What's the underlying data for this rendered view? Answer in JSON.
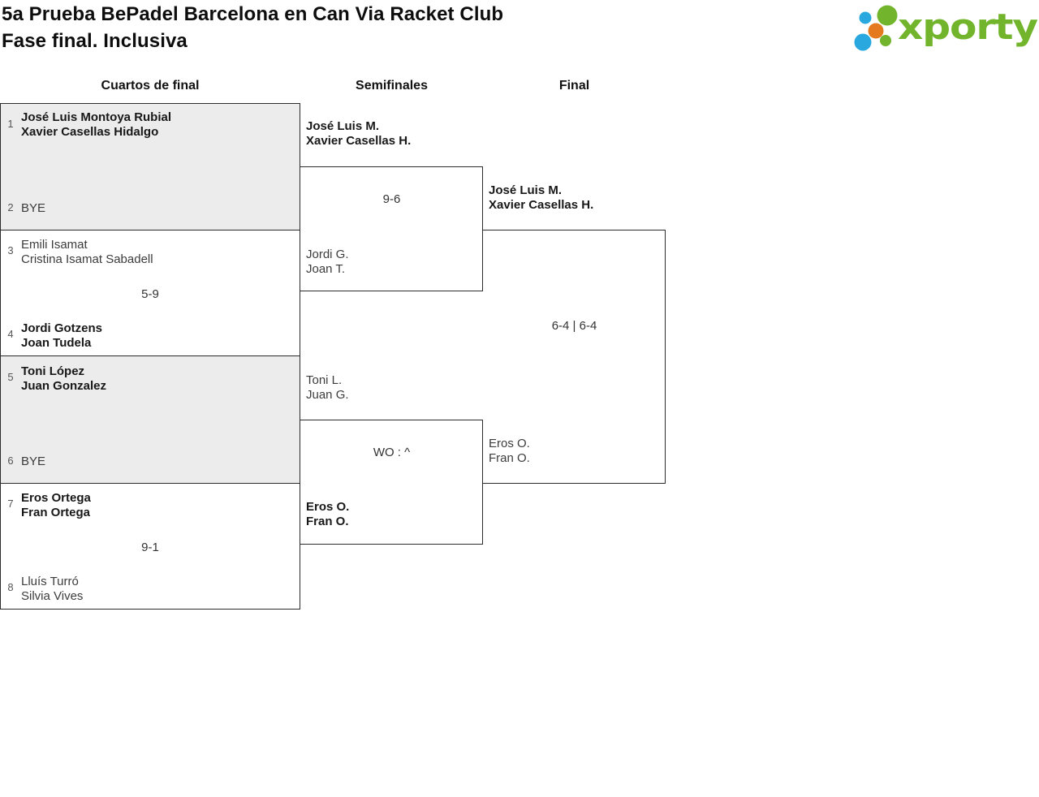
{
  "header": {
    "title_line1": "5a Prueba BePadel Barcelona en Can Via Racket Club",
    "title_line2": "Fase final. Inclusiva",
    "logo_text": "xporty"
  },
  "colors": {
    "logo-green": "#72b52c",
    "logo-blue": "#29a8e0",
    "logo-orange": "#e5791e",
    "bye-bg": "#ececec",
    "line": "#2b2b2b"
  },
  "rounds": {
    "cuartos": {
      "label": "Cuartos de final",
      "matches": [
        {
          "seed_a": "1",
          "team_a": {
            "line1": "José Luis Montoya Rubial",
            "line2": "Xavier Casellas Hidalgo",
            "winner": true
          },
          "score": "",
          "seed_b": "2",
          "team_b": {
            "line1": "BYE",
            "line2": "",
            "winner": false
          }
        },
        {
          "seed_a": "3",
          "team_a": {
            "line1": "Emili Isamat",
            "line2": "Cristina Isamat Sabadell",
            "winner": false
          },
          "score": "5-9",
          "seed_b": "4",
          "team_b": {
            "line1": "Jordi Gotzens",
            "line2": "Joan Tudela",
            "winner": true
          }
        },
        {
          "seed_a": "5",
          "team_a": {
            "line1": "Toni López",
            "line2": "Juan Gonzalez",
            "winner": true
          },
          "score": "",
          "seed_b": "6",
          "team_b": {
            "line1": "BYE",
            "line2": "",
            "winner": false
          }
        },
        {
          "seed_a": "7",
          "team_a": {
            "line1": "Eros Ortega",
            "line2": "Fran Ortega",
            "winner": true
          },
          "score": "9-1",
          "seed_b": "8",
          "team_b": {
            "line1": "Lluís Turró",
            "line2": "Silvia Vives",
            "winner": false
          }
        }
      ]
    },
    "semifinales": {
      "label": "Semifinales",
      "matches": [
        {
          "team_a": {
            "line1": "José Luis M.",
            "line2": "Xavier Casellas H.",
            "winner": true
          },
          "score": "9-6",
          "team_b": {
            "line1": "Jordi G.",
            "line2": "Joan T.",
            "winner": false
          }
        },
        {
          "team_a": {
            "line1": "Toni L.",
            "line2": "Juan G.",
            "winner": false
          },
          "score": "WO : ^",
          "team_b": {
            "line1": "Eros O.",
            "line2": "Fran O.",
            "winner": true
          }
        }
      ]
    },
    "final": {
      "label": "Final",
      "matches": [
        {
          "team_a": {
            "line1": "José Luis M.",
            "line2": "Xavier Casellas H.",
            "winner": true
          },
          "score": "6-4 | 6-4",
          "team_b": {
            "line1": "Eros O.",
            "line2": "Fran O.",
            "winner": false
          }
        }
      ]
    }
  }
}
